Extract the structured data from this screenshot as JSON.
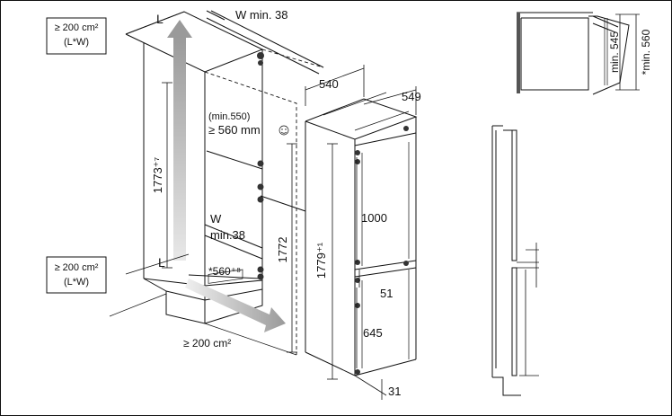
{
  "labels": {
    "vent_top_area": "≥ 200 cm²",
    "vent_top_lw": "(L*W)",
    "vent_bottom_area": "≥ 200 cm²",
    "vent_bottom_lw": "(L*W)",
    "vent_floor_area": "≥ 200 cm²",
    "l_top": "L",
    "l_bottom": "L",
    "w_top": "W min. 38",
    "w_mid_w": "W",
    "w_mid_min": "min.38",
    "min550": "(min.550)",
    "ge560": "≥ 560 mm",
    "h1773": "1773⁺⁷",
    "h1772": "1772",
    "h1779": "1779⁺¹",
    "d560": "*560⁺⁸",
    "d540": "540",
    "d549": "549",
    "d1000": "1000",
    "d51": "51",
    "d645": "645",
    "d31": "31",
    "min545": "min. 545",
    "min560": "*min. 560"
  }
}
